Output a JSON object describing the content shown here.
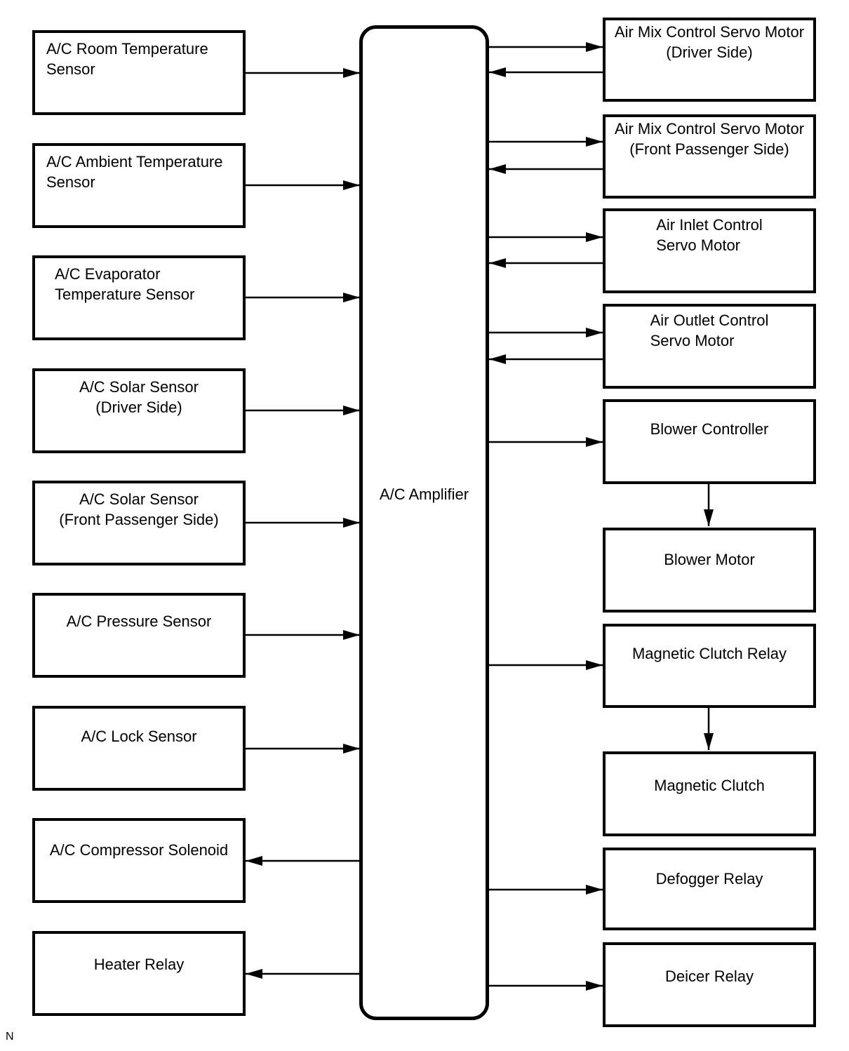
{
  "diagram": {
    "colors": {
      "stroke": "#000000",
      "background": "#ffffff"
    },
    "amplifier": {
      "label": "A/C Amplifier"
    },
    "left_nodes": [
      {
        "name": "ac-room-temperature-sensor",
        "lines": [
          "A/C Room Temperature",
          "Sensor"
        ]
      },
      {
        "name": "ac-ambient-temperature-sensor",
        "lines": [
          "A/C Ambient Temperature",
          "Sensor"
        ]
      },
      {
        "name": "ac-evaporator-temperature-sensor",
        "lines": [
          "A/C Evaporator",
          "Temperature Sensor"
        ]
      },
      {
        "name": "ac-solar-sensor-driver-side",
        "lines": [
          "A/C Solar Sensor",
          "(Driver Side)"
        ]
      },
      {
        "name": "ac-solar-sensor-front-passenger-side",
        "lines": [
          "A/C Solar Sensor",
          "(Front Passenger Side)"
        ]
      },
      {
        "name": "ac-pressure-sensor",
        "lines": [
          "A/C Pressure Sensor"
        ]
      },
      {
        "name": "ac-lock-sensor",
        "lines": [
          "A/C Lock Sensor"
        ]
      },
      {
        "name": "ac-compressor-solenoid",
        "lines": [
          "A/C Compressor Solenoid"
        ]
      },
      {
        "name": "heater-relay",
        "lines": [
          "Heater Relay"
        ]
      }
    ],
    "right_nodes": [
      {
        "name": "air-mix-control-servo-motor-driver-side",
        "lines": [
          "Air Mix Control Servo Motor",
          "(Driver Side)"
        ]
      },
      {
        "name": "air-mix-control-servo-motor-front-passenger-side",
        "lines": [
          "Air Mix Control Servo Motor",
          "(Front Passenger Side)"
        ]
      },
      {
        "name": "air-inlet-control-servo-motor",
        "lines": [
          "Air Inlet Control",
          "Servo Motor"
        ]
      },
      {
        "name": "air-outlet-control-servo-motor",
        "lines": [
          "Air Outlet Control",
          "Servo Motor"
        ]
      },
      {
        "name": "blower-controller",
        "lines": [
          "Blower Controller"
        ]
      },
      {
        "name": "blower-motor",
        "lines": [
          "Blower Motor"
        ]
      },
      {
        "name": "magnetic-clutch-relay",
        "lines": [
          "Magnetic Clutch Relay"
        ]
      },
      {
        "name": "magnetic-clutch",
        "lines": [
          "Magnetic Clutch"
        ]
      },
      {
        "name": "defogger-relay",
        "lines": [
          "Defogger Relay"
        ]
      },
      {
        "name": "deicer-relay",
        "lines": [
          "Deicer Relay"
        ]
      }
    ],
    "connections": [
      {
        "from": "A/C Room Temperature Sensor",
        "to": "A/C Amplifier",
        "type": "input"
      },
      {
        "from": "A/C Ambient Temperature Sensor",
        "to": "A/C Amplifier",
        "type": "input"
      },
      {
        "from": "A/C Evaporator Temperature Sensor",
        "to": "A/C Amplifier",
        "type": "input"
      },
      {
        "from": "A/C Solar Sensor (Driver Side)",
        "to": "A/C Amplifier",
        "type": "input"
      },
      {
        "from": "A/C Solar Sensor (Front Passenger Side)",
        "to": "A/C Amplifier",
        "type": "input"
      },
      {
        "from": "A/C Pressure Sensor",
        "to": "A/C Amplifier",
        "type": "input"
      },
      {
        "from": "A/C Lock Sensor",
        "to": "A/C Amplifier",
        "type": "input"
      },
      {
        "from": "A/C Amplifier",
        "to": "A/C Compressor Solenoid",
        "type": "output"
      },
      {
        "from": "A/C Amplifier",
        "to": "Heater Relay",
        "type": "output"
      },
      {
        "from": "A/C Amplifier",
        "to": "Air Mix Control Servo Motor (Driver Side)",
        "type": "output"
      },
      {
        "from": "Air Mix Control Servo Motor (Driver Side)",
        "to": "A/C Amplifier",
        "type": "feedback"
      },
      {
        "from": "A/C Amplifier",
        "to": "Air Mix Control Servo Motor (Front Passenger Side)",
        "type": "output"
      },
      {
        "from": "Air Mix Control Servo Motor (Front Passenger Side)",
        "to": "A/C Amplifier",
        "type": "feedback"
      },
      {
        "from": "A/C Amplifier",
        "to": "Air Inlet Control Servo Motor",
        "type": "output"
      },
      {
        "from": "Air Inlet Control Servo Motor",
        "to": "A/C Amplifier",
        "type": "feedback"
      },
      {
        "from": "A/C Amplifier",
        "to": "Air Outlet Control Servo Motor",
        "type": "output"
      },
      {
        "from": "Air Outlet Control Servo Motor",
        "to": "A/C Amplifier",
        "type": "feedback"
      },
      {
        "from": "A/C Amplifier",
        "to": "Blower Controller",
        "type": "output"
      },
      {
        "from": "Blower Controller",
        "to": "Blower Motor",
        "type": "output"
      },
      {
        "from": "A/C Amplifier",
        "to": "Magnetic Clutch Relay",
        "type": "output"
      },
      {
        "from": "Magnetic Clutch Relay",
        "to": "Magnetic Clutch",
        "type": "output"
      },
      {
        "from": "A/C Amplifier",
        "to": "Defogger Relay",
        "type": "output"
      },
      {
        "from": "A/C Amplifier",
        "to": "Deicer Relay",
        "type": "output"
      }
    ],
    "footnote": "N"
  }
}
